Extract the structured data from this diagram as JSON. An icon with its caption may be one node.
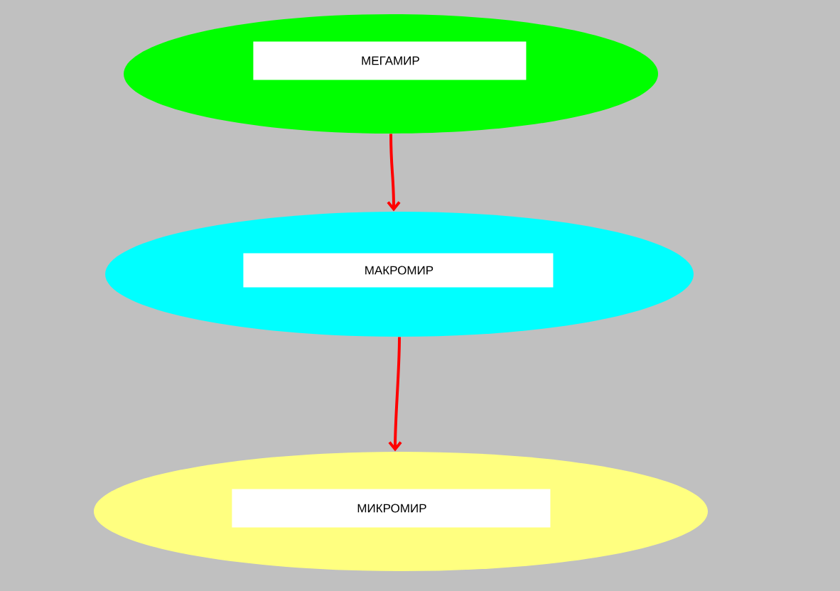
{
  "diagram": {
    "nodes": [
      {
        "text": [
          "МЕГАМИР"
        ]
      },
      {
        "text": [
          "МАКРОМИР"
        ]
      },
      {
        "text": [
          "МИКРОМИР"
        ]
      }
    ],
    "edges": [
      {
        "from": 0,
        "to": 1,
        "arrow": "to"
      },
      {
        "from": 1,
        "to": 2,
        "arrow": "to"
      }
    ]
  }
}
